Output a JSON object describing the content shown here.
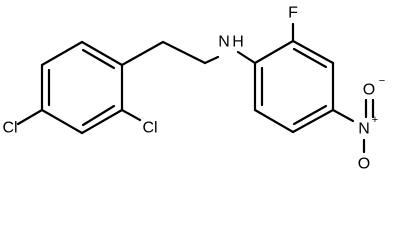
{
  "atoms": {
    "cl_left": "Cl",
    "cl_right": "Cl",
    "amine": "N",
    "amine_h": "H",
    "fluorine": "F",
    "nitro_n": "N",
    "nitro_n_charge": "+",
    "nitro_o_top": "O",
    "nitro_o_top_charge": "−",
    "nitro_o_bottom": "O"
  }
}
